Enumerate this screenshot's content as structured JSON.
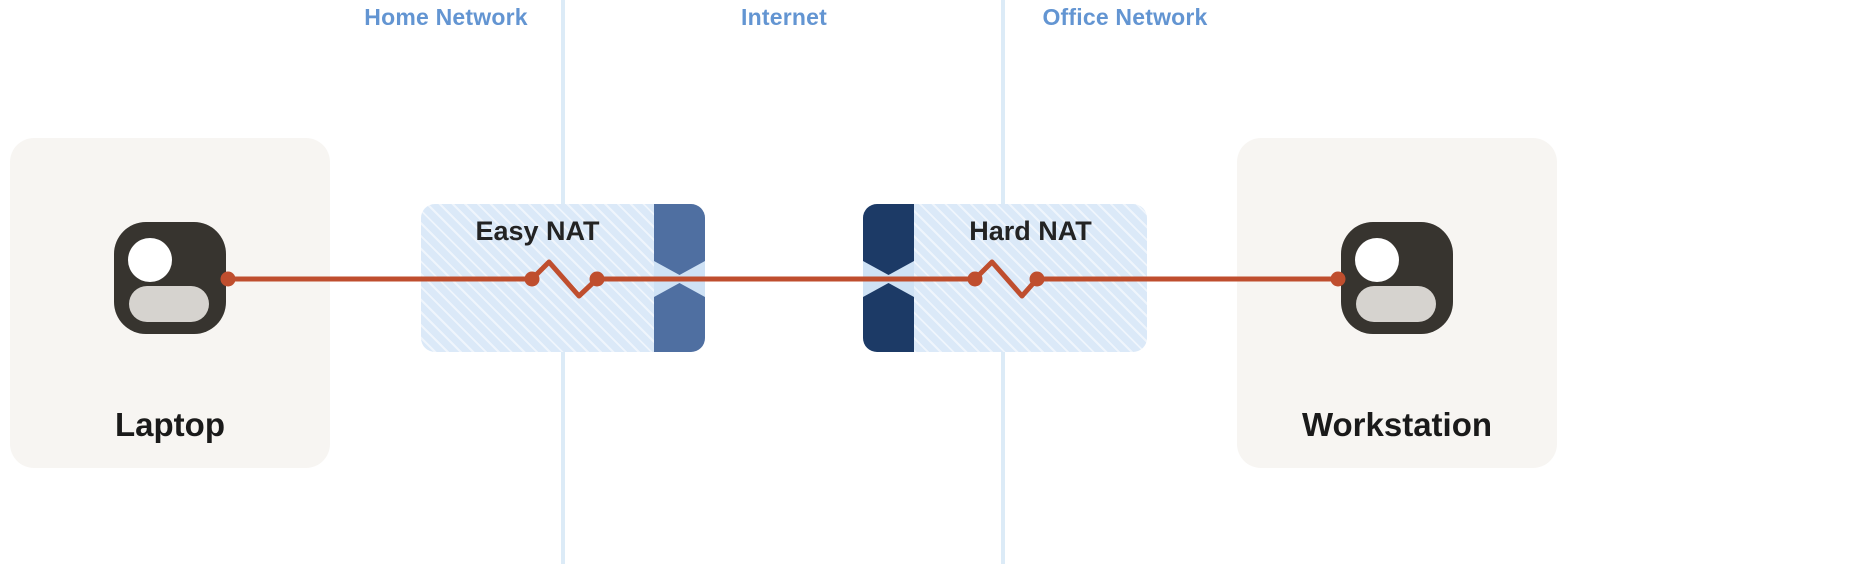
{
  "zones": {
    "home": {
      "label": "Home Network"
    },
    "internet": {
      "label": "Internet"
    },
    "office": {
      "label": "Office Network"
    }
  },
  "devices": {
    "laptop": {
      "label": "Laptop"
    },
    "workstation": {
      "label": "Workstation"
    }
  },
  "nats": {
    "easy": {
      "label": "Easy NAT"
    },
    "hard": {
      "label": "Hard NAT"
    }
  },
  "colors": {
    "line": "#bf4e2e",
    "zoneLabel": "#6395d2",
    "divider": "#dcebf7",
    "cardBg": "#f7f5f2",
    "iconDark": "#37342f",
    "iconPill": "#d6d3cf",
    "natBg": "#dbe9f8",
    "easyBar": "#4f6fa1",
    "hardBar": "#1c3a66",
    "notch": "#cfe2f5",
    "deviceLabel": "#1a1a1a",
    "natLabel": "#232323"
  }
}
